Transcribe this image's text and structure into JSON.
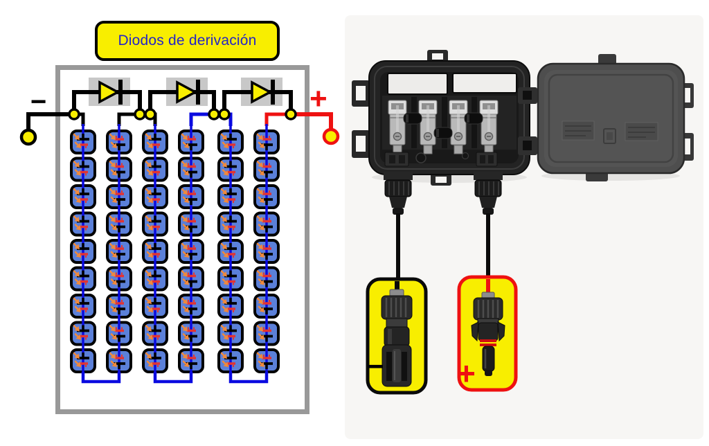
{
  "title": {
    "label": "Diodos de derivación"
  },
  "panel": {
    "columns": 6,
    "cells_per_column": 9,
    "bypass_diodes": 3,
    "negative_label": "−",
    "positive_label": "+",
    "colors": {
      "yellow": "#f8ee00",
      "cell_blue": "#5b80d9",
      "wire_blue": "#0a0ae0",
      "wire_red": "#ee1111",
      "wire_black": "#000000",
      "panel_border": "#999999",
      "diode_bg": "#c8c8c8",
      "arrow_orange": "#f08a3c",
      "plate_red": "#e23333"
    }
  },
  "junction_box": {
    "terminals": 4,
    "bypass_diodes": 3
  },
  "connectors": {
    "negative": {
      "label": "−",
      "border_color": "#0a0a0a"
    },
    "positive": {
      "label": "+",
      "border_color": "#ee1111"
    }
  }
}
